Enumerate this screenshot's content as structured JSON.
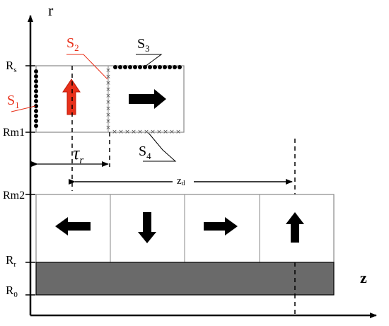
{
  "axes": {
    "r_label": "r",
    "z_label": "z"
  },
  "radii": {
    "rs": {
      "base": "R",
      "sub": "s"
    },
    "rm1": "Rm1",
    "rm2": "Rm2",
    "rr": {
      "base": "R",
      "sub": "r"
    },
    "r0": {
      "base": "R",
      "sub": "0"
    }
  },
  "surfaces": {
    "s1": {
      "base": "S",
      "sub": "1",
      "color": "#e8301a"
    },
    "s2": {
      "base": "S",
      "sub": "2",
      "color": "#e8301a"
    },
    "s3": {
      "base": "S",
      "sub": "3"
    },
    "s4": {
      "base": "S",
      "sub": "4"
    }
  },
  "dimensions": {
    "tau": {
      "base": "τ",
      "sub": "r"
    },
    "zd": {
      "base": "z",
      "sub": "d"
    }
  },
  "upper_magnet": {
    "arrows": [
      "up",
      "right"
    ],
    "arrow_colors": [
      "#e8301a",
      "#000000"
    ]
  },
  "lower_magnets": {
    "arrows": [
      "left",
      "down",
      "right",
      "up"
    ]
  },
  "core": {
    "color": "#6a6a6a"
  }
}
